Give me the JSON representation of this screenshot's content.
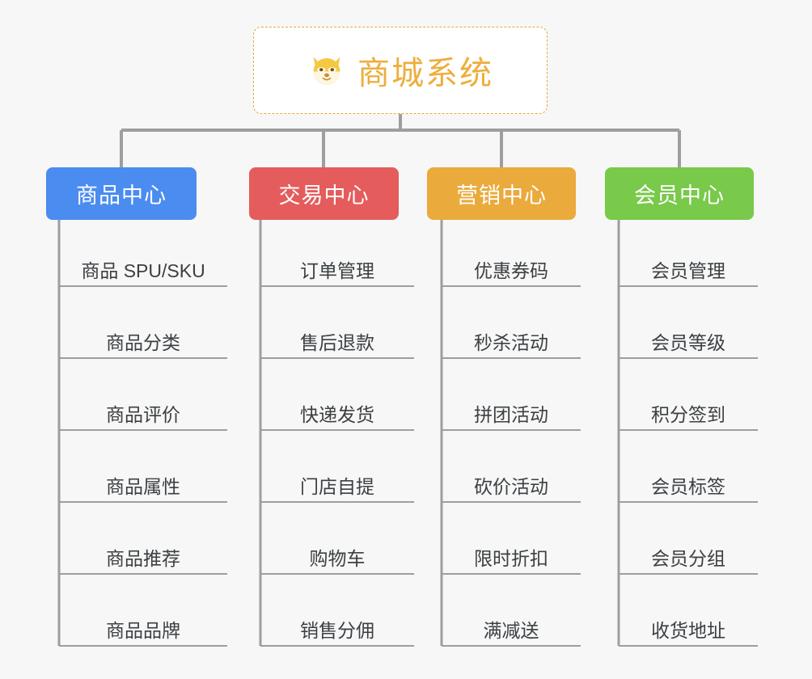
{
  "diagram": {
    "type": "org-tree",
    "background_color": "#f7f7f7",
    "root": {
      "title": "商城系统",
      "icon": "shiba-dog-face-icon",
      "text_color": "#edae3c",
      "border_color": "#eaa83a",
      "background_color": "#ffffff"
    },
    "connector_color": "#9e9e9e",
    "leaf_text_color": "#3c4043",
    "leaf_rule_color": "#9e9e9e",
    "columns": [
      {
        "id": "product-center",
        "label": "商品中心",
        "color": "#4a8cf0",
        "items": [
          "商品 SPU/SKU",
          "商品分类",
          "商品评价",
          "商品属性",
          "商品推荐",
          "商品品牌"
        ]
      },
      {
        "id": "trade-center",
        "label": "交易中心",
        "color": "#e55c5c",
        "items": [
          "订单管理",
          "售后退款",
          "快递发货",
          "门店自提",
          "购物车",
          "销售分佣"
        ]
      },
      {
        "id": "marketing-center",
        "label": "营销中心",
        "color": "#eaaa3c",
        "items": [
          "优惠券码",
          "秒杀活动",
          "拼团活动",
          "砍价活动",
          "限时折扣",
          "满减送"
        ]
      },
      {
        "id": "member-center",
        "label": "会员中心",
        "color": "#79c94a",
        "items": [
          "会员管理",
          "会员等级",
          "积分签到",
          "会员标签",
          "会员分组",
          "收货地址"
        ]
      }
    ]
  }
}
